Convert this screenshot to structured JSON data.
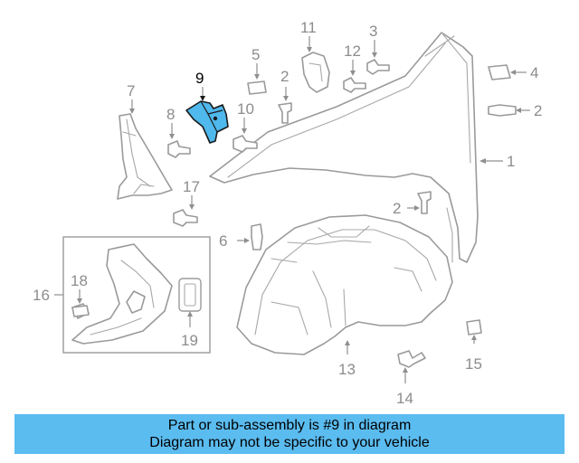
{
  "highlight_color": "#5bbcf0",
  "callouts": {
    "c1": "1",
    "c2a": "2",
    "c2b": "2",
    "c2c": "2",
    "c3": "3",
    "c4": "4",
    "c5": "5",
    "c6": "6",
    "c7": "7",
    "c8": "8",
    "c9": "9",
    "c10": "10",
    "c11": "11",
    "c12": "12",
    "c13": "13",
    "c14": "14",
    "c15": "15",
    "c16": "16",
    "c17": "17",
    "c18": "18",
    "c19": "19"
  },
  "banner": {
    "line1": "Part or sub-assembly is #9 in diagram",
    "line2": "Diagram may not be specific to your vehicle"
  }
}
